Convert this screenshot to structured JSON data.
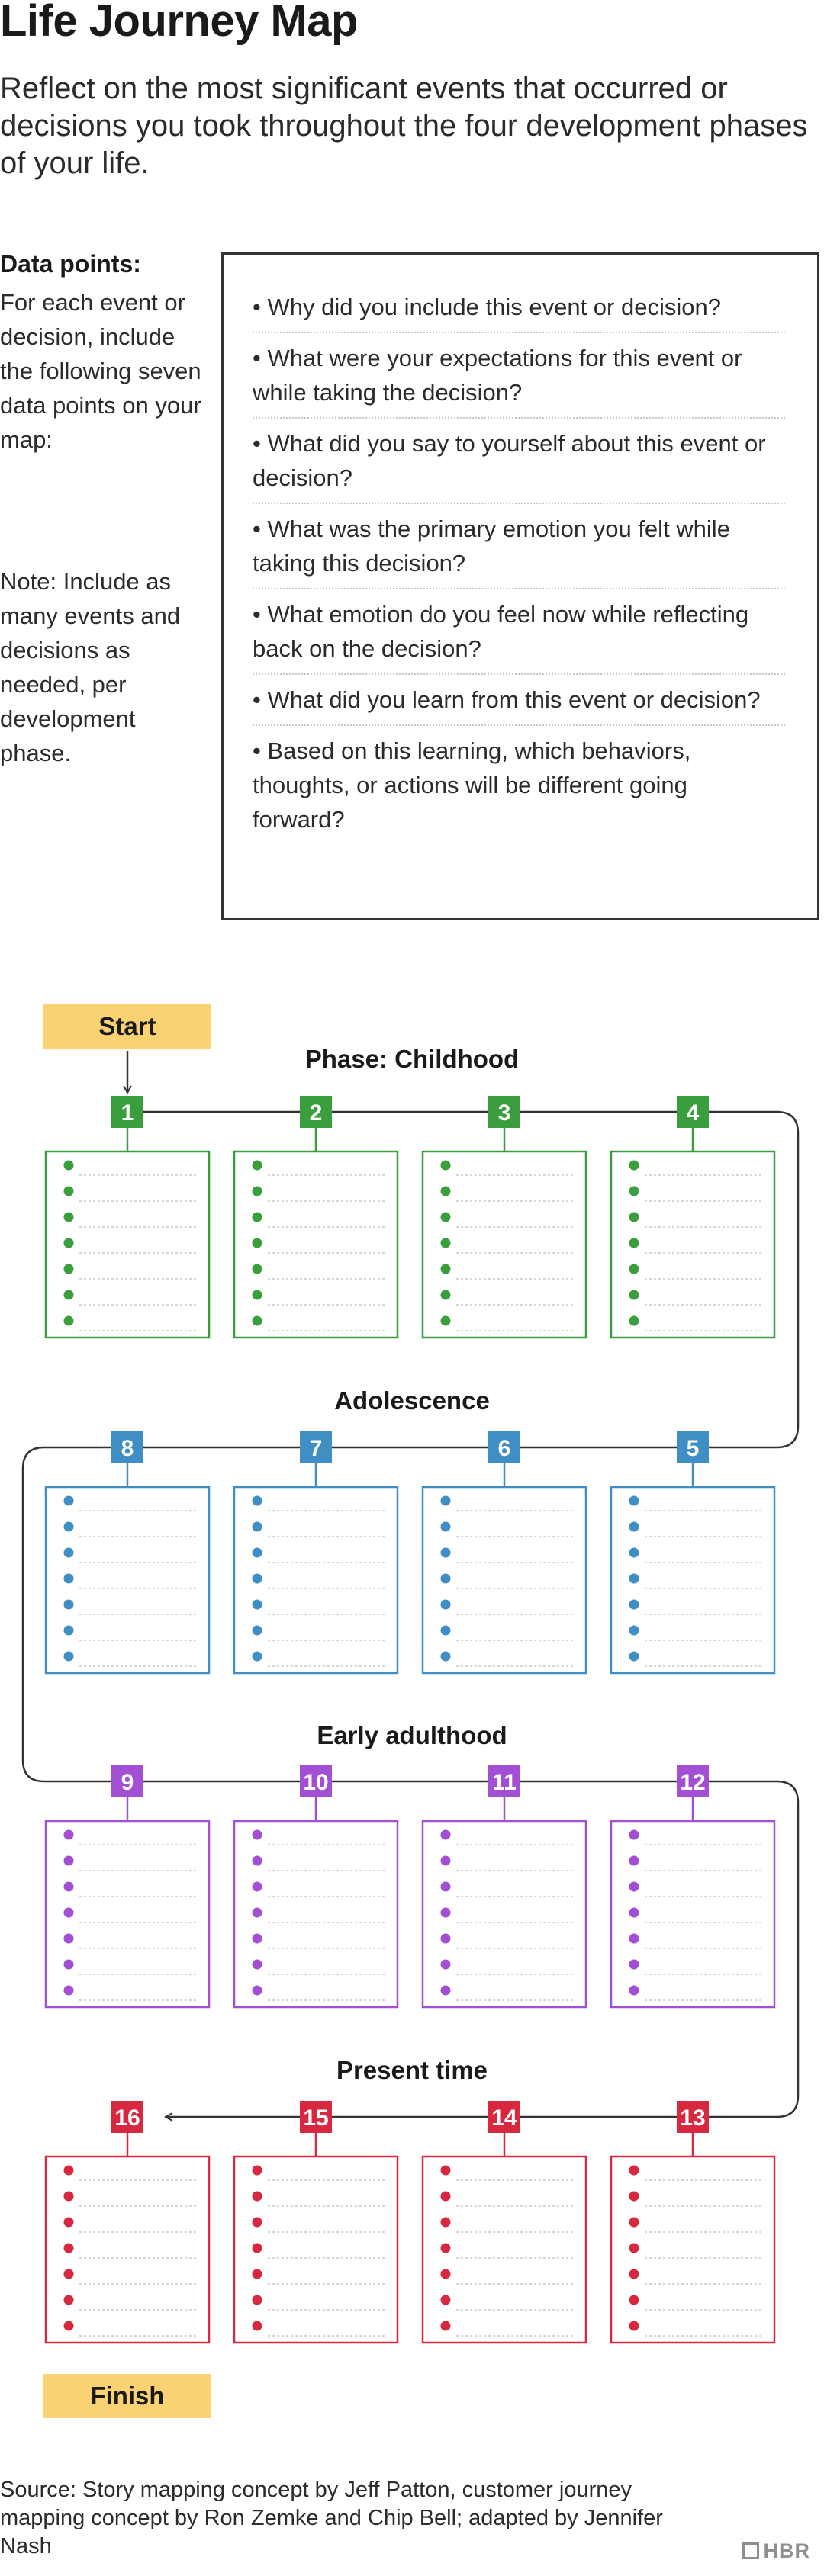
{
  "header": {
    "title": "Life Journey Map",
    "subtitle": "Reflect on the most significant events that occurred or decisions you took throughout the four development phases of your life."
  },
  "data_points": {
    "heading": "Data points:",
    "text": "For each event or decision, include the following seven data points on your map:",
    "note": "Note: Include as many events and decisions as needed, per development phase."
  },
  "questions": [
    "• Why did you include this event or decision?",
    "• What were your expectations for this event or while taking the decision?",
    "• What did you say to yourself about this event or decision?",
    "• What was the primary emotion you felt while taking this decision?",
    "• What emotion do you feel now while reflecting back on the decision?",
    "• What did you learn from this event or decision?",
    "• Based on this learning, which behaviors, thoughts, or actions will be different going forward?"
  ],
  "journey": {
    "start_label": "Start",
    "finish_label": "Finish",
    "bullets_per_card": 7,
    "phases": [
      {
        "label": "Phase: Childhood",
        "color": "#3a9e3c",
        "steps": [
          "1",
          "2",
          "3",
          "4"
        ]
      },
      {
        "label": "Adolescence",
        "color": "#3f8fc4",
        "steps": [
          "8",
          "7",
          "6",
          "5"
        ]
      },
      {
        "label": "Early adulthood",
        "color": "#a24fd4",
        "steps": [
          "9",
          "10",
          "11",
          "12"
        ]
      },
      {
        "label": "Present time",
        "color": "#d8283f",
        "steps": [
          "16",
          "15",
          "14",
          "13"
        ]
      }
    ]
  },
  "footer": {
    "source": "Source: Story mapping concept by Jeff Patton, customer journey mapping concept by Ron Zemke and Chip Bell; adapted by Jennifer Nash",
    "brand": "HBR"
  }
}
